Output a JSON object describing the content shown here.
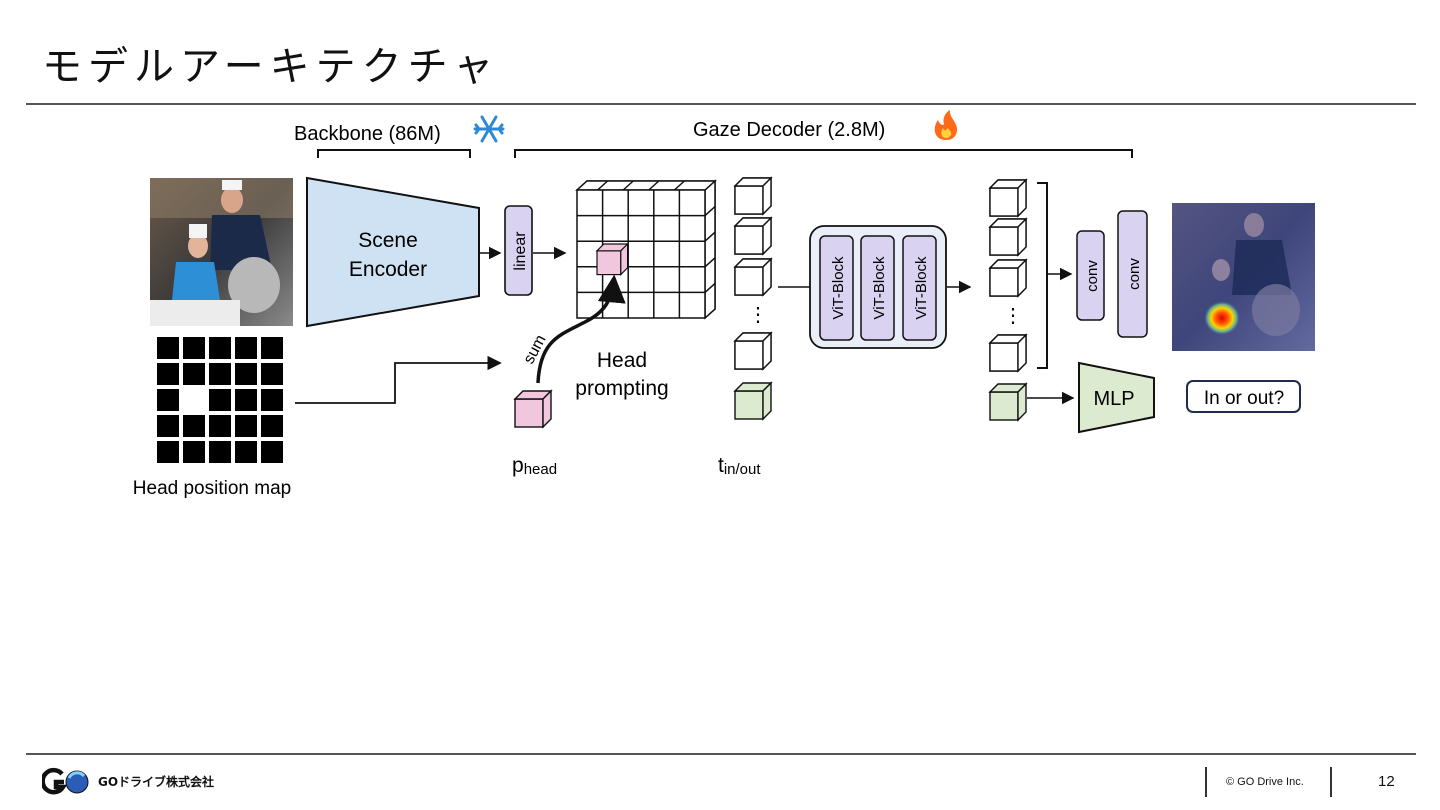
{
  "slide": {
    "title": "モデルアーキテクチャ",
    "page_number": "12"
  },
  "footer": {
    "company": "GOドライブ株式会社",
    "copyright": "© GO Drive Inc."
  },
  "diagram": {
    "backbone_label": "Backbone (86M)",
    "decoder_label": "Gaze Decoder (2.8M)",
    "scene_encoder": [
      "Scene",
      "Encoder"
    ],
    "linear": "linear",
    "vit_blocks": [
      "ViT-Block",
      "ViT-Block",
      "ViT-Block"
    ],
    "conv1": "conv",
    "conv2": "conv",
    "mlp": "MLP",
    "in_or_out": "In or out?",
    "sum": "sum",
    "head_prompting": [
      "Head",
      "prompting"
    ],
    "p_head_main": "p",
    "p_head_sub": "head",
    "t_main": "t",
    "t_sub": "in/out",
    "head_position_map": "Head position map",
    "ellipsis": "⋮"
  },
  "colors": {
    "encoder_fill": "#cfe2f3",
    "lavender": "#d9d2f0",
    "pink": "#f0c7dc",
    "green": "#dcebd0",
    "fire": "#ff6a1a",
    "snow": "#2e8ad6"
  }
}
